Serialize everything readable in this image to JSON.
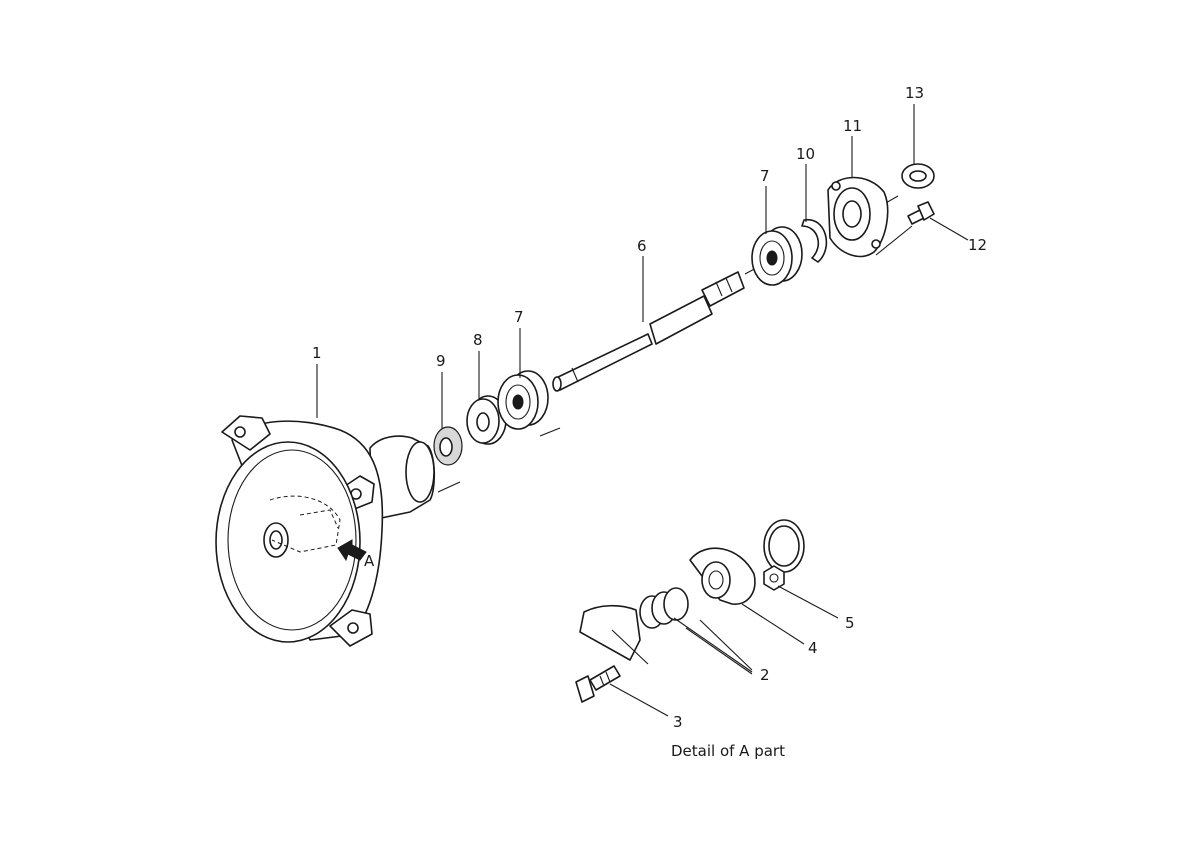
{
  "diagram": {
    "part_labels": {
      "p1": "1",
      "p2": "2",
      "p3": "3",
      "p4": "4",
      "p5": "5",
      "p6": "6",
      "p7a": "7",
      "p7b": "7",
      "p8": "8",
      "p9": "9",
      "p10": "10",
      "p11": "11",
      "p12": "12",
      "p13": "13"
    },
    "arrow_label": "A",
    "detail_caption": "Detail of A part"
  },
  "colors": {
    "line": "#1a1a1a",
    "background": "#ffffff"
  }
}
